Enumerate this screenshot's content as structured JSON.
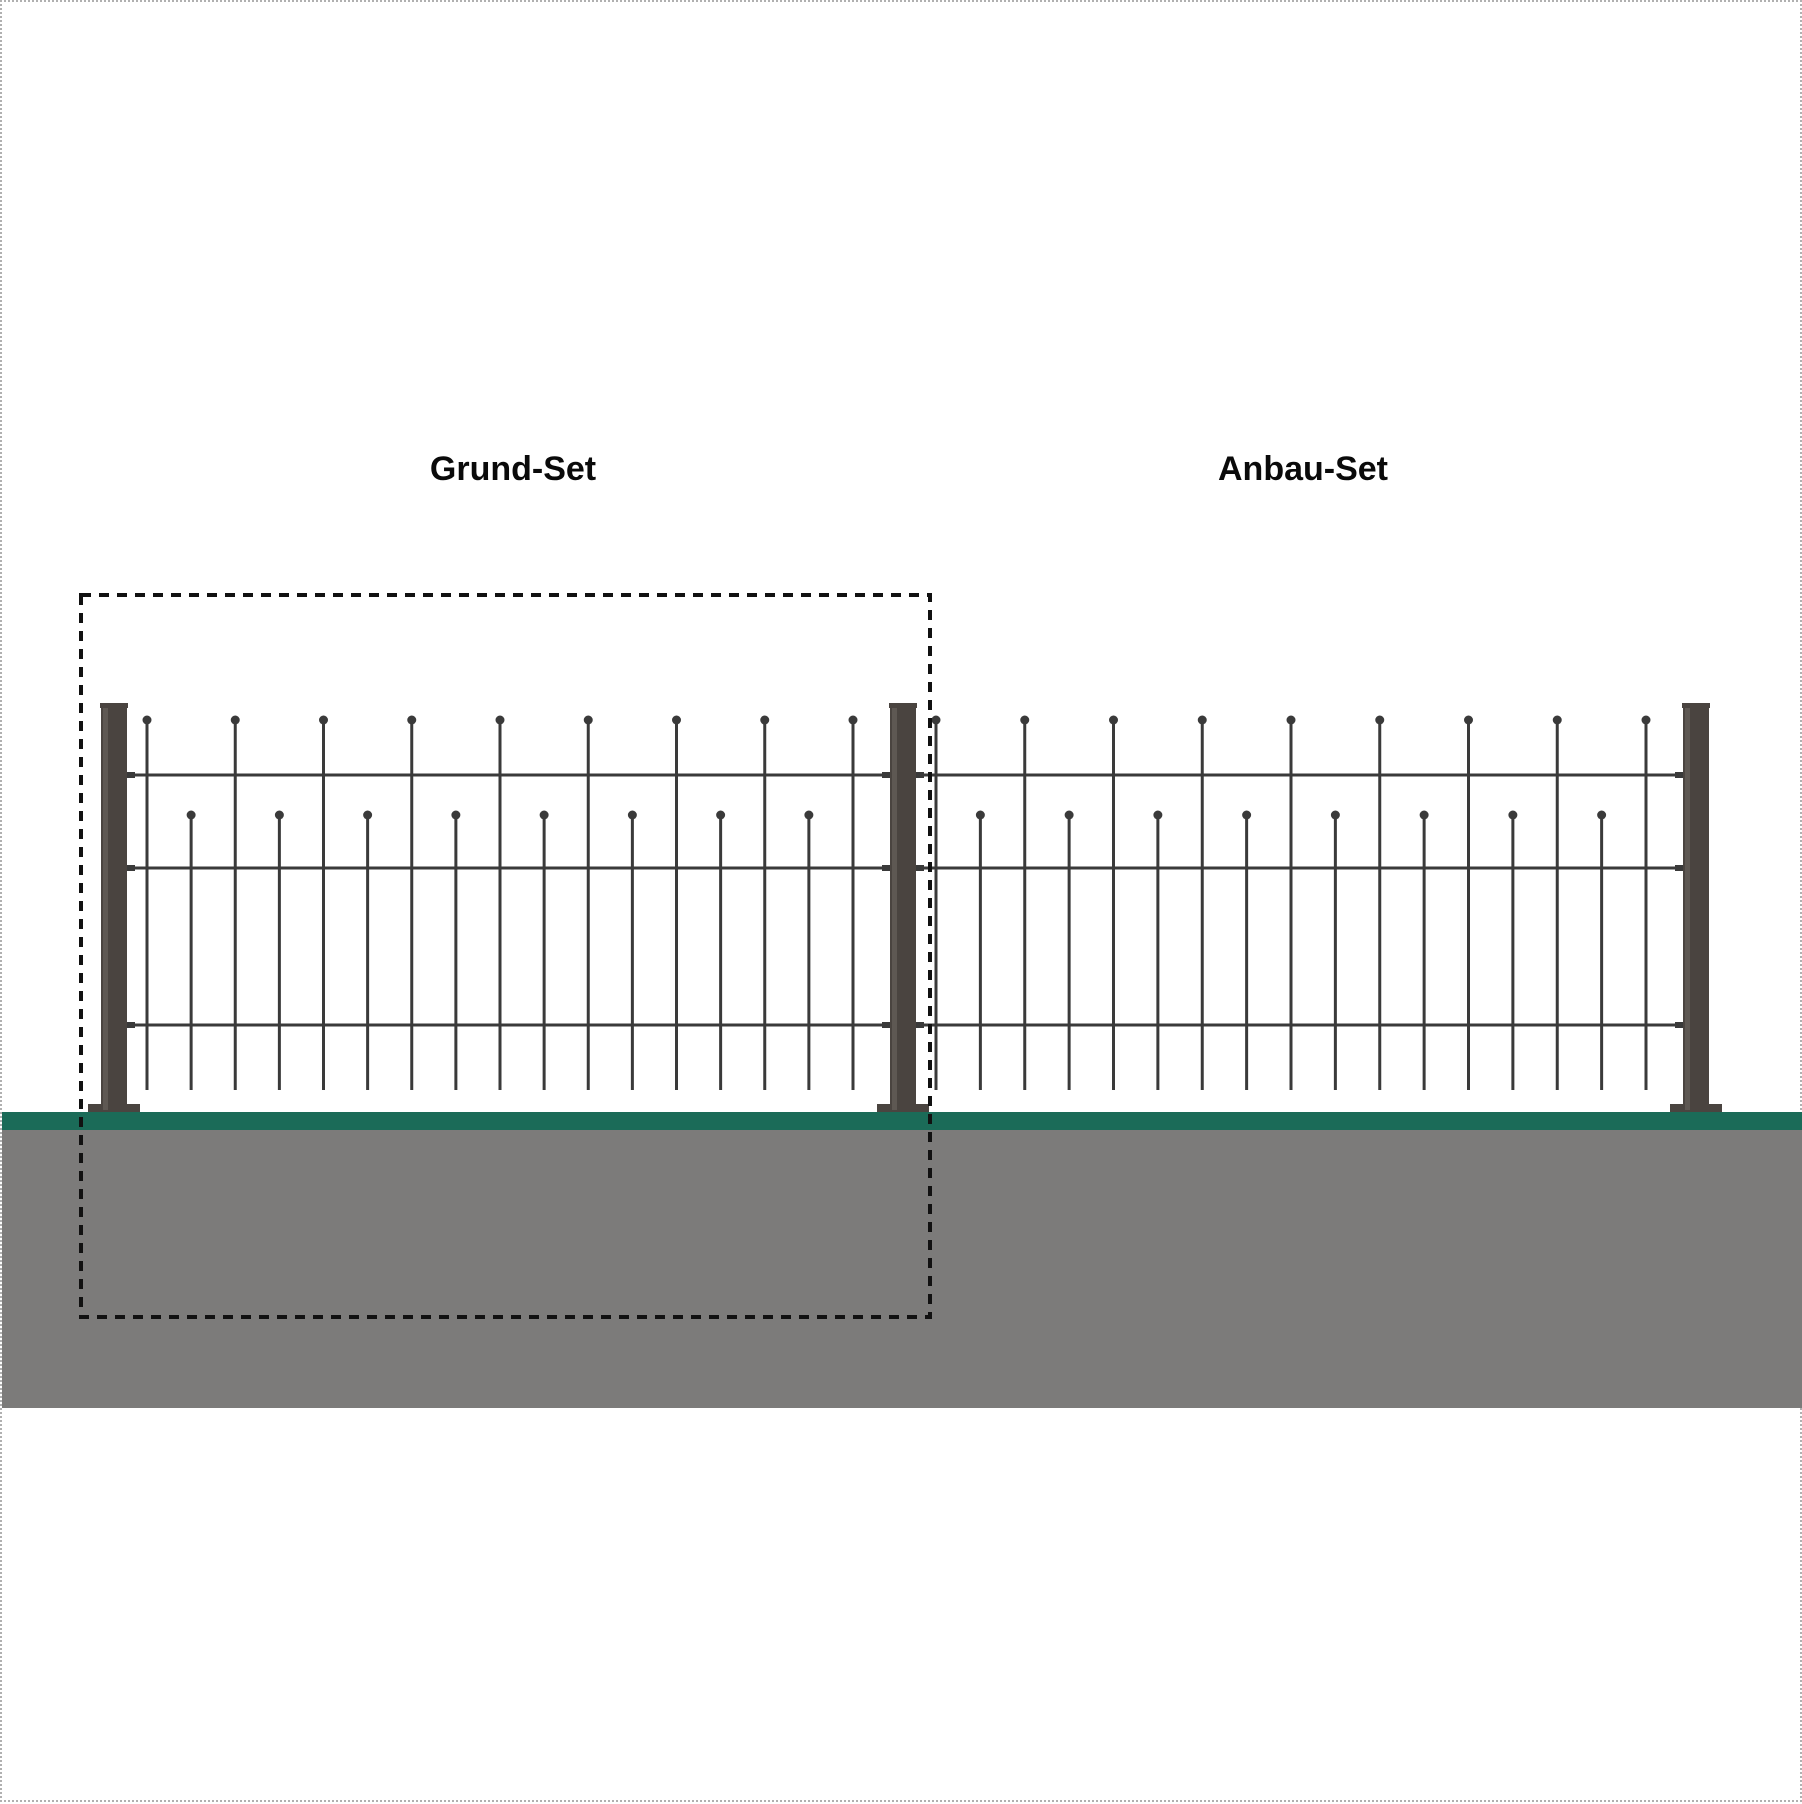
{
  "labels": {
    "grund_set": "Grund-Set",
    "anbau_set": "Anbau-Set"
  },
  "colors": {
    "background": "#ffffff",
    "soil": "#7c7b7a",
    "grass": "#1b6b58",
    "post": "#4a4440",
    "post_highlight": "#5e5853",
    "bar": "#3a3a3a",
    "dashed_outline": "#111111"
  },
  "fence": {
    "posts": 3,
    "panels": 2,
    "horizontal_rails_per_panel": 3,
    "long_bars_per_panel": 9,
    "short_bars_per_panel": 8,
    "bar_tip": "ball"
  },
  "highlight": {
    "marks": "grund_set",
    "style": "dashed"
  }
}
